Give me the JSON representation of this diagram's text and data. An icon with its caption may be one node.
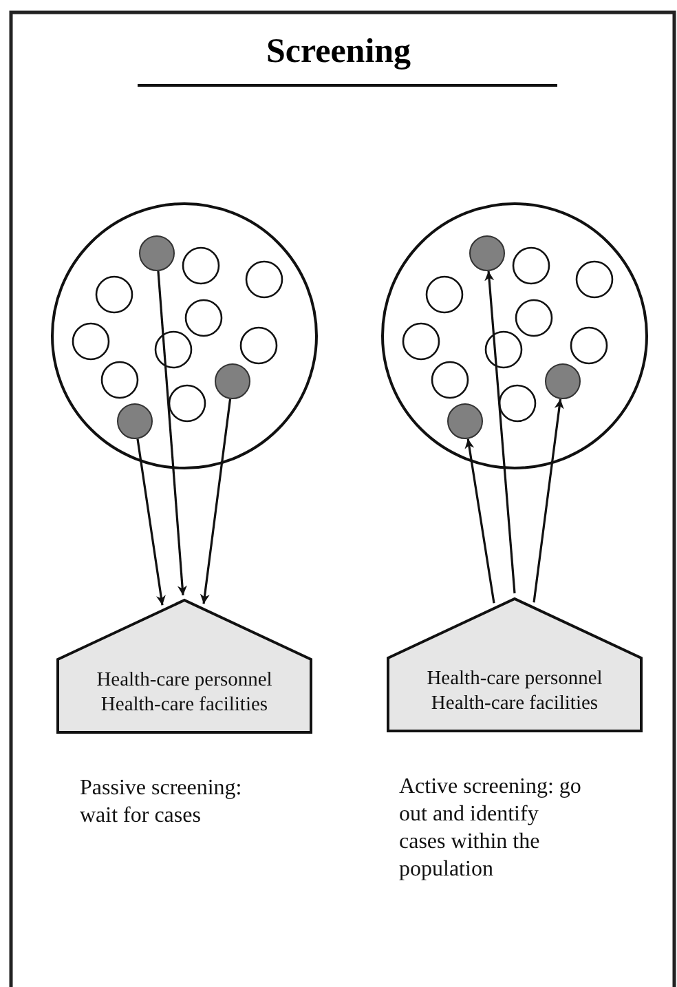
{
  "diagram": {
    "title": "Screening",
    "nodes": [
      {
        "text": [],
        "shape": "circle"
      },
      {
        "text": [],
        "shape": "circle",
        "in": 0
      },
      {
        "text": [],
        "shape": "circle",
        "in": 0
      },
      {
        "text": [],
        "shape": "circle",
        "in": 0
      },
      {
        "text": [
          "Health-care personnel Health-care facilities"
        ],
        "beside": [
          "Passive screening: wait for cases"
        ]
      },
      {
        "text": [],
        "shape": "circle"
      },
      {
        "text": [],
        "shape": "circle",
        "in": 5
      },
      {
        "text": [],
        "shape": "circle",
        "in": 5
      },
      {
        "text": [],
        "shape": "circle",
        "in": 5
      },
      {
        "text": [
          "Health-care personnel Health-care facilities"
        ],
        "beside": [
          "Active screening: go out and identify cases within the population"
        ]
      }
    ],
    "edges": [
      {
        "from": 3,
        "to": 4,
        "arrow": "to"
      },
      {
        "from": 1,
        "to": 4,
        "arrow": "to"
      },
      {
        "from": 2,
        "to": 4,
        "arrow": "to"
      },
      {
        "from": 9,
        "to": 8,
        "arrow": "to"
      },
      {
        "from": 9,
        "to": 6,
        "arrow": "to"
      },
      {
        "from": 9,
        "to": 7,
        "arrow": "to"
      }
    ]
  }
}
